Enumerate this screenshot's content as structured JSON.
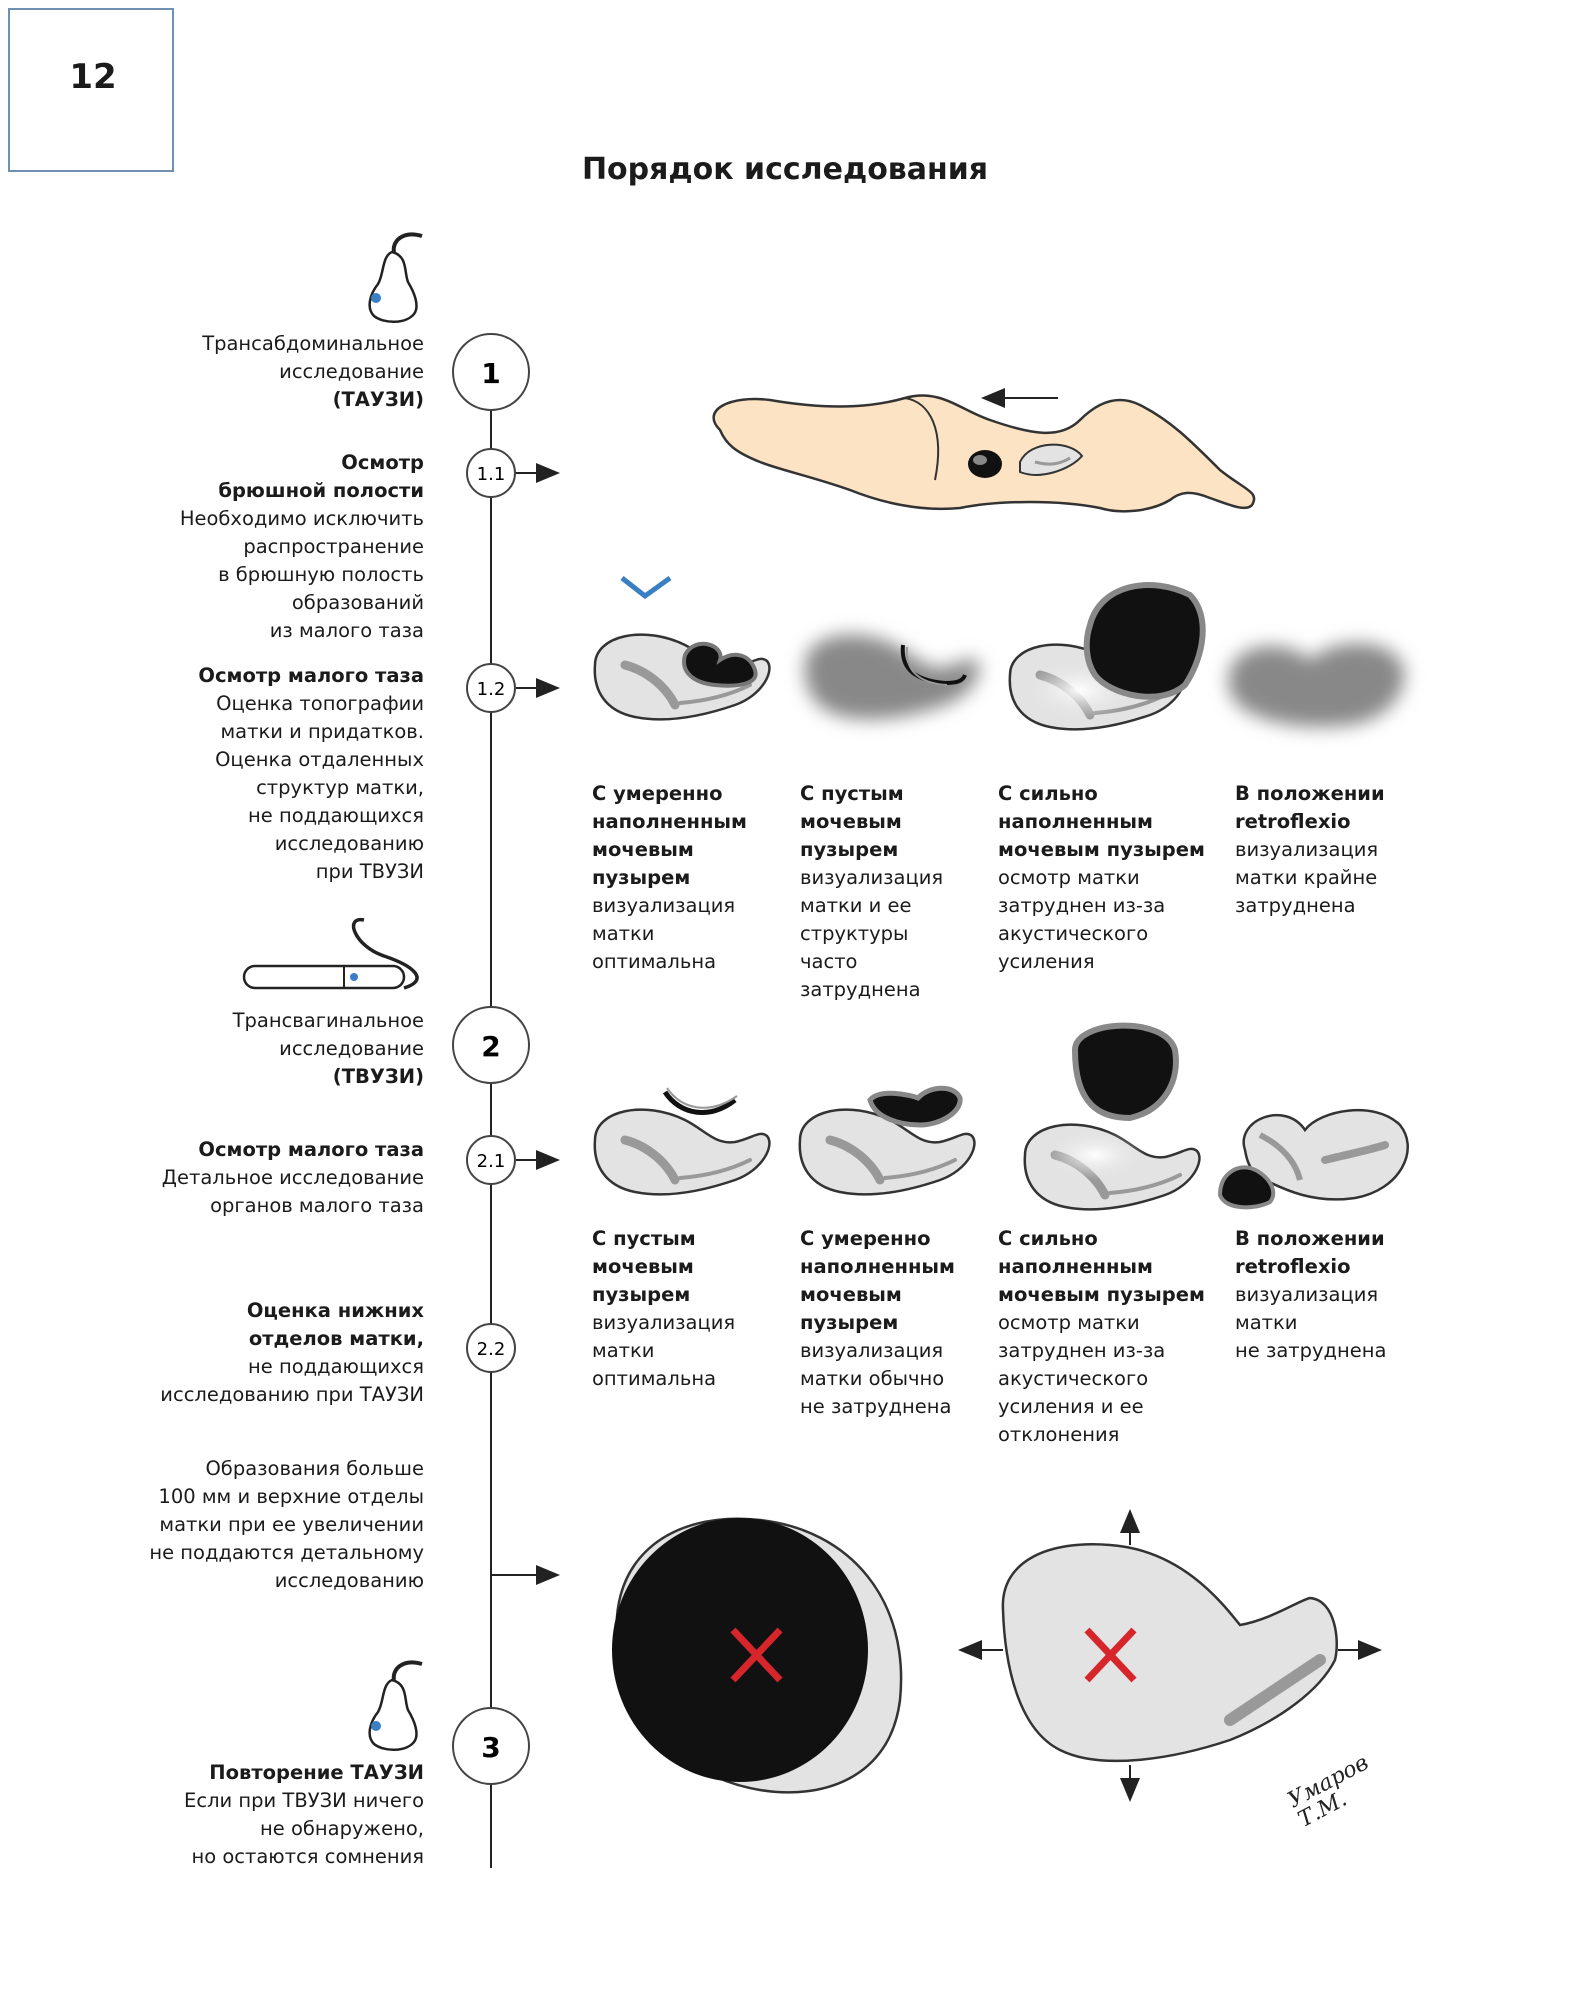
{
  "page_number": "12",
  "title": "Порядок исследования",
  "steps": [
    {
      "num": "1",
      "lines": [
        "Трансабдоминальное",
        "исследование"
      ],
      "bold_line": "(ТАУЗИ)"
    },
    {
      "num": "1.1",
      "bold": [
        "Осмотр",
        "брюшной полости"
      ],
      "lines": [
        "Необходимо исключить",
        "распространение",
        "в брюшную полость",
        "образований",
        "из малого таза"
      ]
    },
    {
      "num": "1.2",
      "bold": [
        "Осмотр малого таза"
      ],
      "lines": [
        "Оценка топографии",
        "матки и придатков.",
        "Оценка отдаленных",
        "структур матки,",
        "не поддающихся",
        "исследованию",
        "при ТВУЗИ"
      ]
    },
    {
      "num": "2",
      "lines": [
        "Трансвагинальное",
        "исследование"
      ],
      "bold_line": "(ТВУЗИ)"
    },
    {
      "num": "2.1",
      "bold": [
        "Осмотр малого таза"
      ],
      "lines": [
        "Детальное исследование",
        "органов малого таза"
      ]
    },
    {
      "num": "2.2",
      "bold": [
        "Оценка нижних",
        "отделов матки,"
      ],
      "lines": [
        "не поддающихся",
        "исследованию при ТАУЗИ"
      ]
    },
    {
      "num": "",
      "lines": [
        "Образования больше",
        "100 мм и верхние отделы",
        "матки при ее увеличении",
        "не поддаются детальному",
        "исследованию"
      ]
    },
    {
      "num": "3",
      "bold": [
        "Повторение ТАУЗИ"
      ],
      "lines": [
        "Если при ТВУЗИ ничего",
        "не обнаружено,",
        "но остаются сомнения"
      ]
    }
  ],
  "row1_captions": [
    {
      "bold": [
        "С умеренно",
        "наполненным",
        "мочевым",
        "пузырем"
      ],
      "lines": [
        "визуализация",
        "матки",
        "оптимальна"
      ]
    },
    {
      "bold": [
        "С пустым",
        "мочевым",
        "пузырем"
      ],
      "lines": [
        "визуализация",
        "матки и ее",
        "структуры",
        "часто",
        "затруднена"
      ]
    },
    {
      "bold": [
        "С сильно",
        "наполненным",
        "мочевым пузырем"
      ],
      "lines": [
        "осмотр матки",
        "затруднен из-за",
        "акустического",
        "усиления"
      ]
    },
    {
      "bold": [
        "В положении",
        "retroflexio"
      ],
      "lines": [
        "визуализация",
        "матки крайне",
        "затруднена"
      ]
    }
  ],
  "row2_captions": [
    {
      "bold": [
        "С пустым",
        "мочевым",
        "пузырем"
      ],
      "lines": [
        "визуализация",
        "матки",
        "оптимальна"
      ]
    },
    {
      "bold": [
        "С умеренно",
        "наполненным",
        "мочевым",
        "пузырем"
      ],
      "lines": [
        "визуализация",
        "матки обычно",
        "не затруднена"
      ]
    },
    {
      "bold": [
        "С сильно",
        "наполненным",
        "мочевым пузырем"
      ],
      "lines": [
        "осмотр матки",
        "затруднен из-за",
        "акустического",
        "усиления и ее",
        "отклонения"
      ]
    },
    {
      "bold": [
        "В положении",
        "retroflexio"
      ],
      "lines": [
        "визуализация",
        "матки",
        "не затруднена"
      ]
    }
  ],
  "signature": [
    "Умаров",
    "Т.М."
  ],
  "colors": {
    "frame": "#6f8fb3",
    "check": "#3a7fc4",
    "cross": "#d6262b",
    "body": "#fbe3c4",
    "organ": "#e3e3e3",
    "dark": "#111111"
  }
}
